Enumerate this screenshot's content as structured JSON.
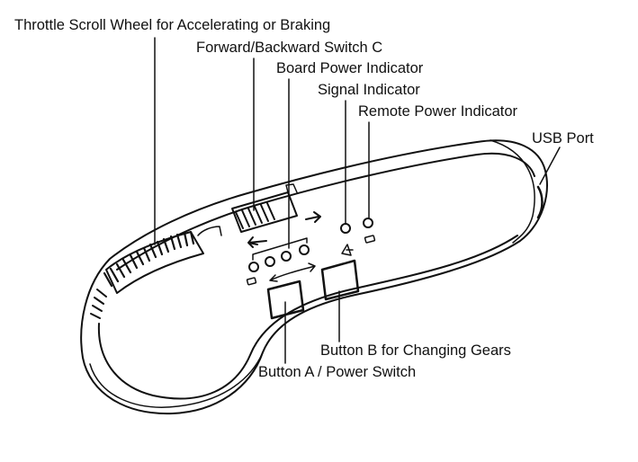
{
  "labels": {
    "throttle": "Throttle Scroll Wheel for Accelerating or Braking",
    "forward_backward": "Forward/Backward Switch C",
    "board_power": "Board Power Indicator",
    "signal": "Signal Indicator",
    "remote_power": "Remote Power Indicator",
    "usb_port": "USB Port",
    "button_b": "Button B for Changing Gears",
    "button_a": "Button A / Power Switch"
  },
  "colors": {
    "ink": "#111111",
    "background": "#ffffff"
  }
}
